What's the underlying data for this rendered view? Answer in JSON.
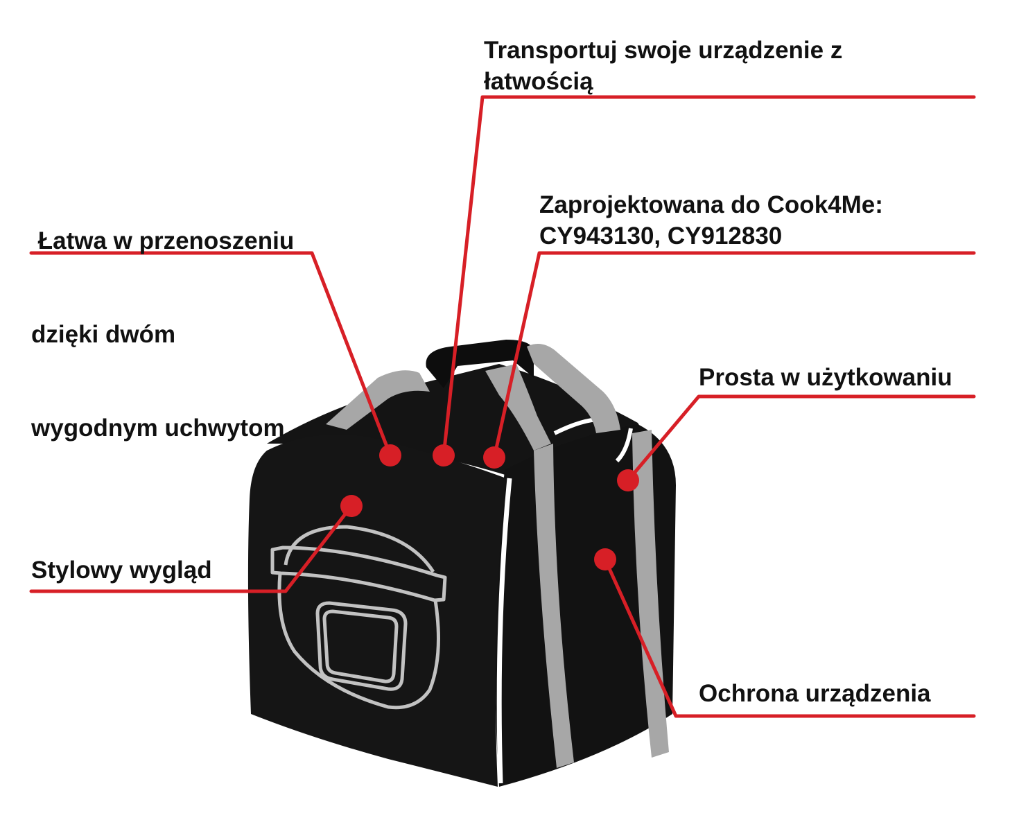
{
  "colors": {
    "accent": "#d71f26",
    "bag": "#111111",
    "strap": "#a7a7a7",
    "outline": "#c2c2c2",
    "trim": "#ffffff"
  },
  "callouts": {
    "transport": {
      "line1": "Transportuj swoje urządzenie z",
      "line2": "łatwością"
    },
    "handles": {
      "line1": " Łatwa w przenoszeniu",
      "line2": "dzięki dwóm",
      "line3": "wygodnym uchwytom"
    },
    "designed": {
      "line1": "Zaprojektowana do Cook4Me:",
      "line2": "CY943130, CY912830"
    },
    "simple": {
      "line1": "Prosta w użytkowaniu"
    },
    "style": {
      "line1": "Stylowy wygląd"
    },
    "protection": {
      "line1": "Ochrona urządzenia"
    }
  },
  "icons": {
    "bag": "insulated-carry-bag",
    "print": "cooker-outline-icon"
  }
}
